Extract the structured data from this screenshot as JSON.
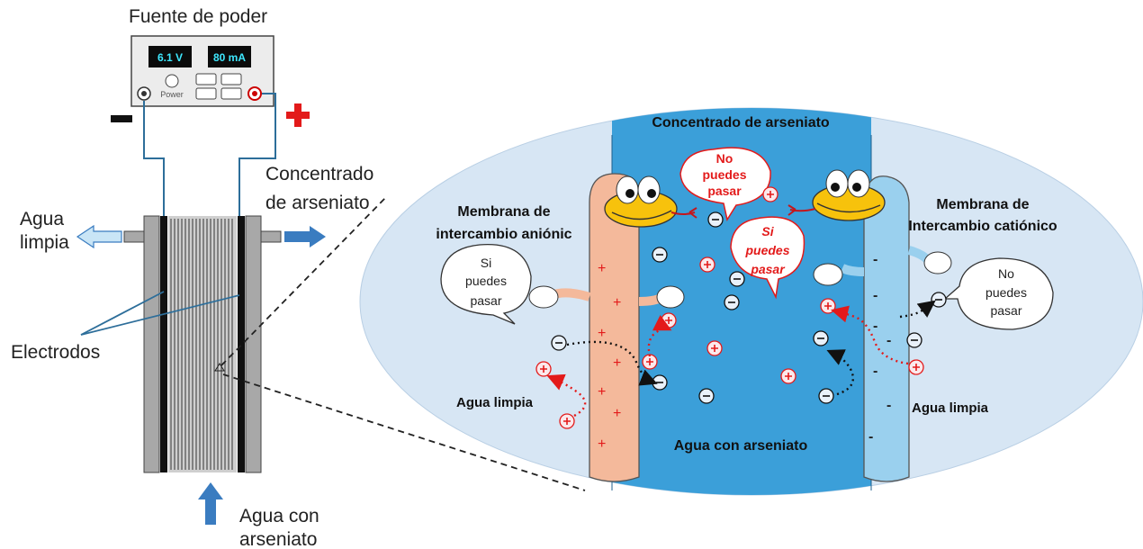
{
  "power_supply": {
    "title": "Fuente de poder",
    "voltage": "6.1 V",
    "current": "80 mA",
    "power_label": "Power",
    "negative_symbol": "minus",
    "positive_symbol": "plus"
  },
  "left_labels": {
    "agua_limpia_1": "Agua",
    "agua_limpia_2": "limpia",
    "concentrado_1": "Concentrado",
    "concentrado_2": "de arseniato",
    "electrodos": "Electrodos",
    "agua_con_1": "Agua con",
    "agua_con_2": "arseniato"
  },
  "zoom": {
    "top_label": "Concentrado de arseniato",
    "bottom_label": "Agua con arseniato",
    "anion_membrane_1": "Membrana de",
    "anion_membrane_2": "intercambio aniónic",
    "cation_membrane_1": "Membrana de",
    "cation_membrane_2": "Intercambio catiónico",
    "left_water": "Agua limpia",
    "right_water": "Agua limpia",
    "bubble_top_1": "No",
    "bubble_top_2": "puedes",
    "bubble_top_3": "pasar",
    "bubble_mid_1": "Si",
    "bubble_mid_2": "puedes",
    "bubble_mid_3": "pasar",
    "bubble_left_1": "Si",
    "bubble_left_2": "puedes",
    "bubble_left_3": "pasar",
    "bubble_right_1": "No",
    "bubble_right_2": "puedes",
    "bubble_right_3": "pasar"
  },
  "colors": {
    "channel_blue": "#3b9fd9",
    "ellipse_blue": "#d7e6f4",
    "anion_membrane": "#f4b99b",
    "cation_membrane": "#9ad0ee",
    "arrow_blue": "#3a7cc0",
    "light_arrow": "#c9e5f6",
    "red": "#e31a1a"
  }
}
